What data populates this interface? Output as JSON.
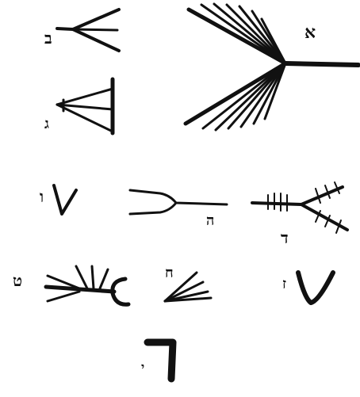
{
  "figures": [
    {
      "id": "alef",
      "label": "א"
    },
    {
      "id": "bet",
      "label": "ב"
    },
    {
      "id": "gimel",
      "label": "ג"
    },
    {
      "id": "vav-1",
      "label": "ו"
    },
    {
      "id": "he",
      "label": "ה"
    },
    {
      "id": "dalet",
      "label": "ד"
    },
    {
      "id": "tet",
      "label": "ט"
    },
    {
      "id": "het",
      "label": "ח"
    },
    {
      "id": "zayin",
      "label": "ז"
    },
    {
      "id": "yod",
      "label": "י"
    }
  ]
}
